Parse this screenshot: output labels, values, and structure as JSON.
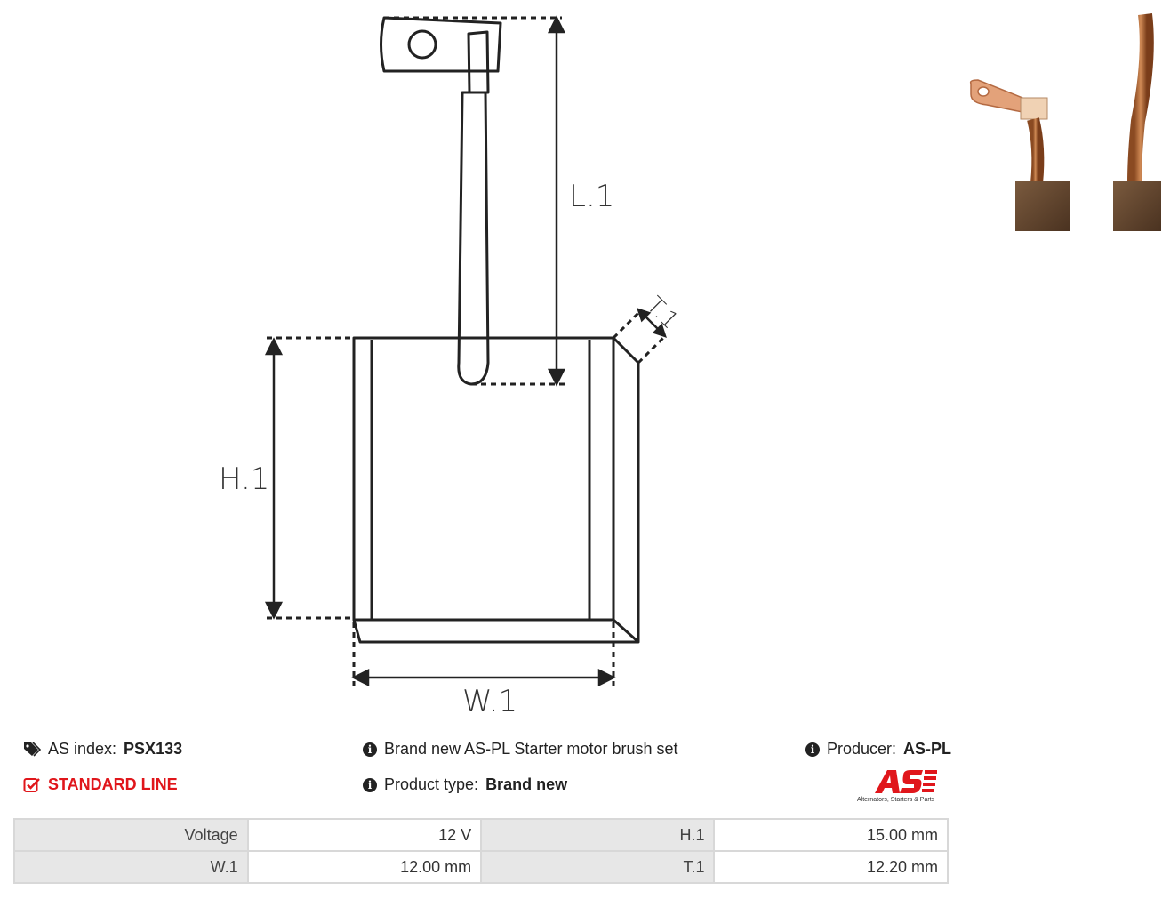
{
  "diagram": {
    "labels": {
      "l1": "L.1",
      "h1": "H.1",
      "w1": "W.1",
      "t1": "T.1"
    }
  },
  "info": {
    "as_index_label": "AS index:",
    "as_index_value": "PSX133",
    "standard_line": "STANDARD LINE",
    "description": "Brand new AS-PL Starter motor brush set",
    "product_type_label": "Product type:",
    "product_type_value": "Brand new",
    "producer_label": "Producer:",
    "producer_value": "AS-PL",
    "logo_tagline": "Alternators, Starters & Parts"
  },
  "specs": [
    {
      "label": "Voltage",
      "value": "12 V",
      "label2": "H.1",
      "value2": "15.00 mm"
    },
    {
      "label": "W.1",
      "value": "12.00 mm",
      "label2": "T.1",
      "value2": "12.20 mm"
    }
  ],
  "colors": {
    "accent": "#e0161b",
    "table_label_bg": "#e7e7e7",
    "border": "#d8d8d8"
  }
}
